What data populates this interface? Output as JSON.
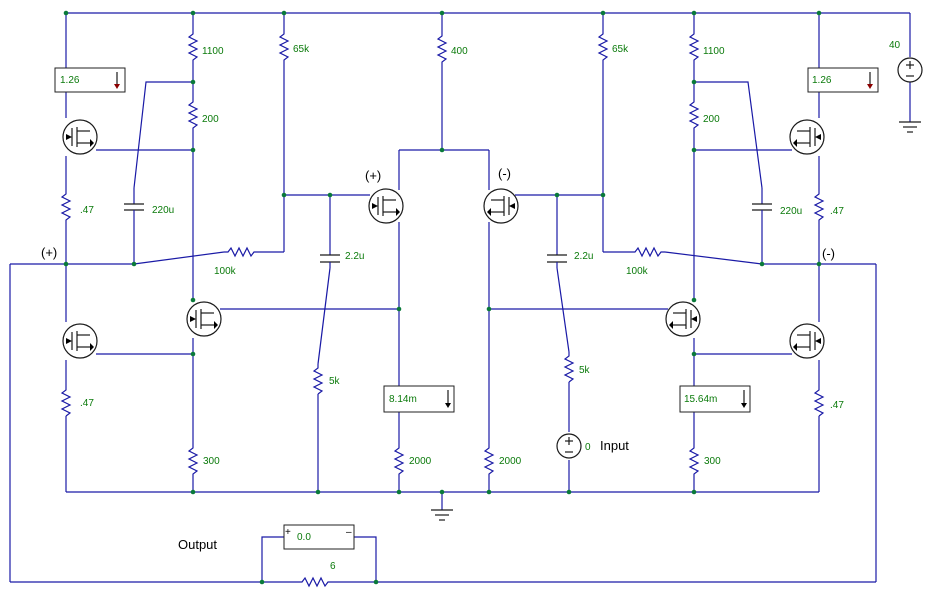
{
  "labels": {
    "r_1100_left": "1100",
    "r_65k_left": "65k",
    "r_400": "400",
    "r_65k_right": "65k",
    "r_1100_right": "1100",
    "v_40": "40",
    "r_200_left": "200",
    "r_200_right": "200",
    "c_220u_left": "220u",
    "c_220u_right": "220u",
    "r_47_left_top": ".47",
    "r_47_right_top": ".47",
    "r_100k_left": "100k",
    "r_100k_right": "100k",
    "c_22u_left": "2.2u",
    "c_22u_right": "2.2u",
    "r_5k_left": "5k",
    "r_5k_right": "5k",
    "r_47_left_bot": ".47",
    "r_47_right_bot": ".47",
    "r_300_left": "300",
    "r_300_right": "300",
    "r_2000_left": "2000",
    "r_2000_right": "2000",
    "v_input": "0",
    "r_load": "6",
    "plus_left": "(+)",
    "minus_right": "(-)",
    "plus_mid": "(+)",
    "minus_mid": "(-)",
    "input": "Input",
    "output": "Output"
  },
  "meters": {
    "left_top": "1.26",
    "right_top": "1.26",
    "left_mid": "8.14m",
    "right_mid": "15.64m",
    "output": "0.0"
  },
  "icons": [
    "resistor-icon",
    "capacitor-icon",
    "mosfet-icon",
    "dc-source-icon",
    "ground-icon",
    "meter-arrow-icon"
  ],
  "colors": {
    "wire": "#1a1aa6",
    "label": "#0a7a0a",
    "node": "#0a7a3a"
  }
}
